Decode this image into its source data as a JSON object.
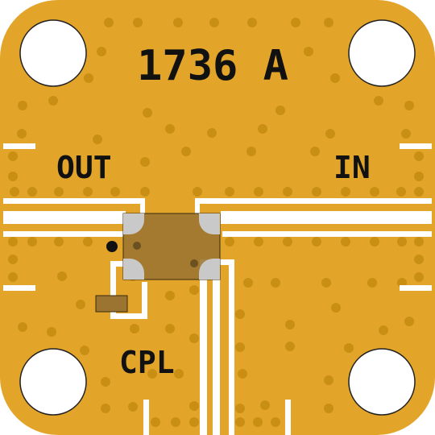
{
  "board": {
    "part_number": "1736 A",
    "ports": {
      "out": "OUT",
      "in": "IN",
      "cpl": "CPL"
    }
  },
  "colors": {
    "substrate": "#E3A42A",
    "via": "#C98F14",
    "trace": "#FFFFFF",
    "mounting_hole": "#FFFFFF",
    "component": "#9A7430",
    "pad": "#C9C9C9",
    "resistor": "#9A7430"
  }
}
